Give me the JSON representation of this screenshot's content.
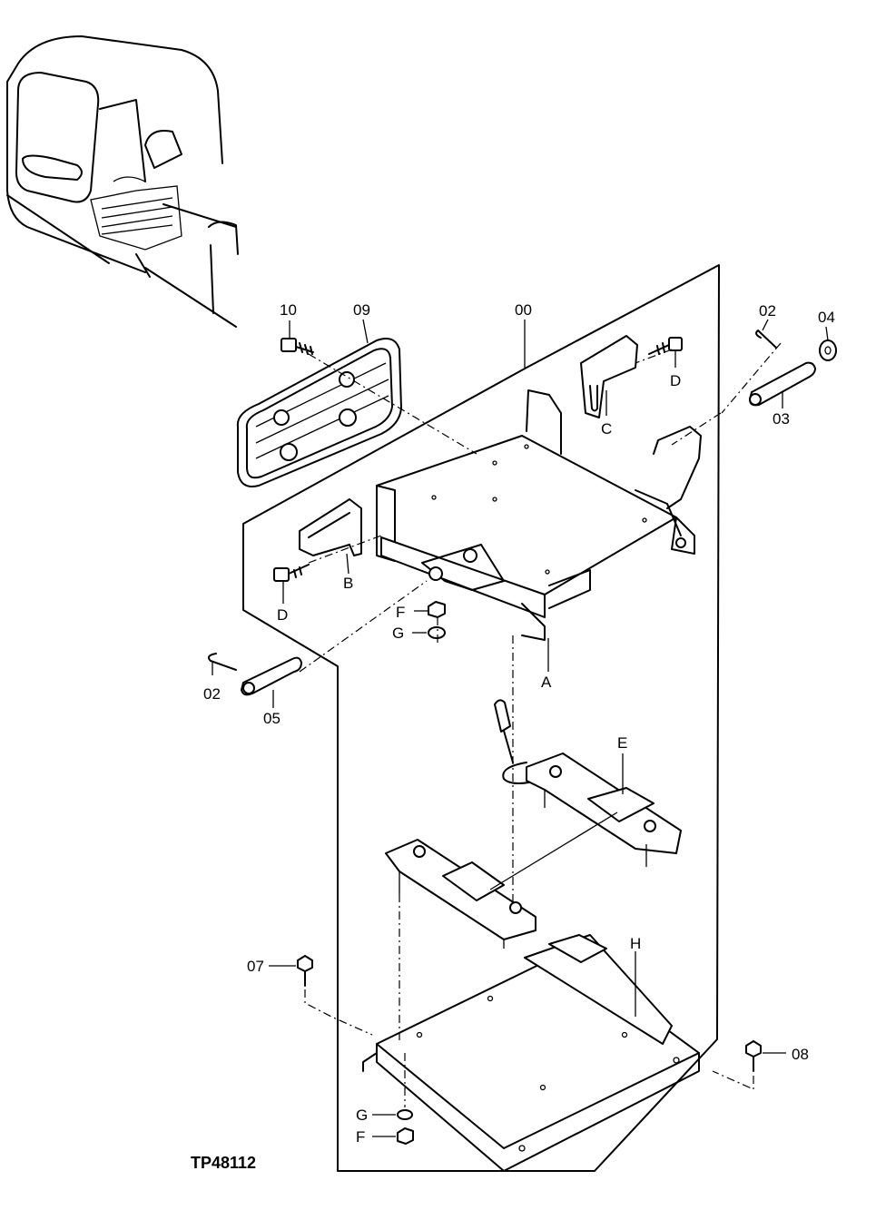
{
  "drawing_code": "TP48112",
  "labels": {
    "00": "00",
    "02a": "02",
    "02b": "02",
    "03": "03",
    "04": "04",
    "05": "05",
    "07": "07",
    "08": "08",
    "09": "09",
    "10": "10",
    "A": "A",
    "B": "B",
    "C": "C",
    "Da": "D",
    "Db": "D",
    "E": "E",
    "Fa": "F",
    "Fb": "F",
    "Ga": "G",
    "Gb": "G",
    "H": "H"
  }
}
